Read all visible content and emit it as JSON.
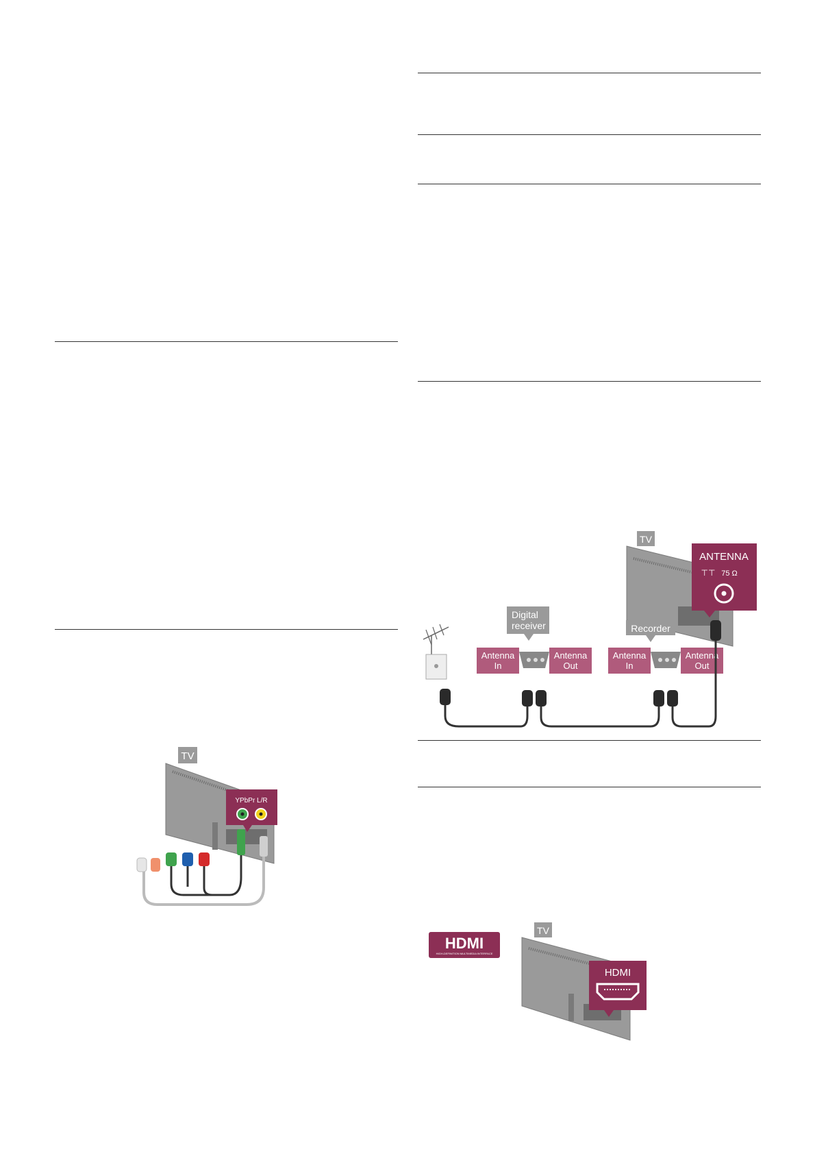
{
  "component_figure": {
    "tv_label": "TV",
    "ports_label": "YPbPr  L/R"
  },
  "antenna_figure": {
    "tv_label": "TV",
    "antenna_title": "ANTENNA",
    "antenna_spec": "75 Ω",
    "digital_receiver": [
      "Digital",
      "receiver"
    ],
    "recorder": "Recorder",
    "antenna_in": [
      "Antenna",
      "In"
    ],
    "antenna_out": [
      "Antenna",
      "Out"
    ]
  },
  "hdmi_figure": {
    "tv_label": "TV",
    "logo_text": "HDMI",
    "logo_subtext": "HIGH-DEFINITION MULTIMEDIA INTERFACE",
    "port_label": "HDMI"
  },
  "colors": {
    "accent": "#8c2f55",
    "tv_gray": "#9a9a9a",
    "dark": "#333333"
  }
}
